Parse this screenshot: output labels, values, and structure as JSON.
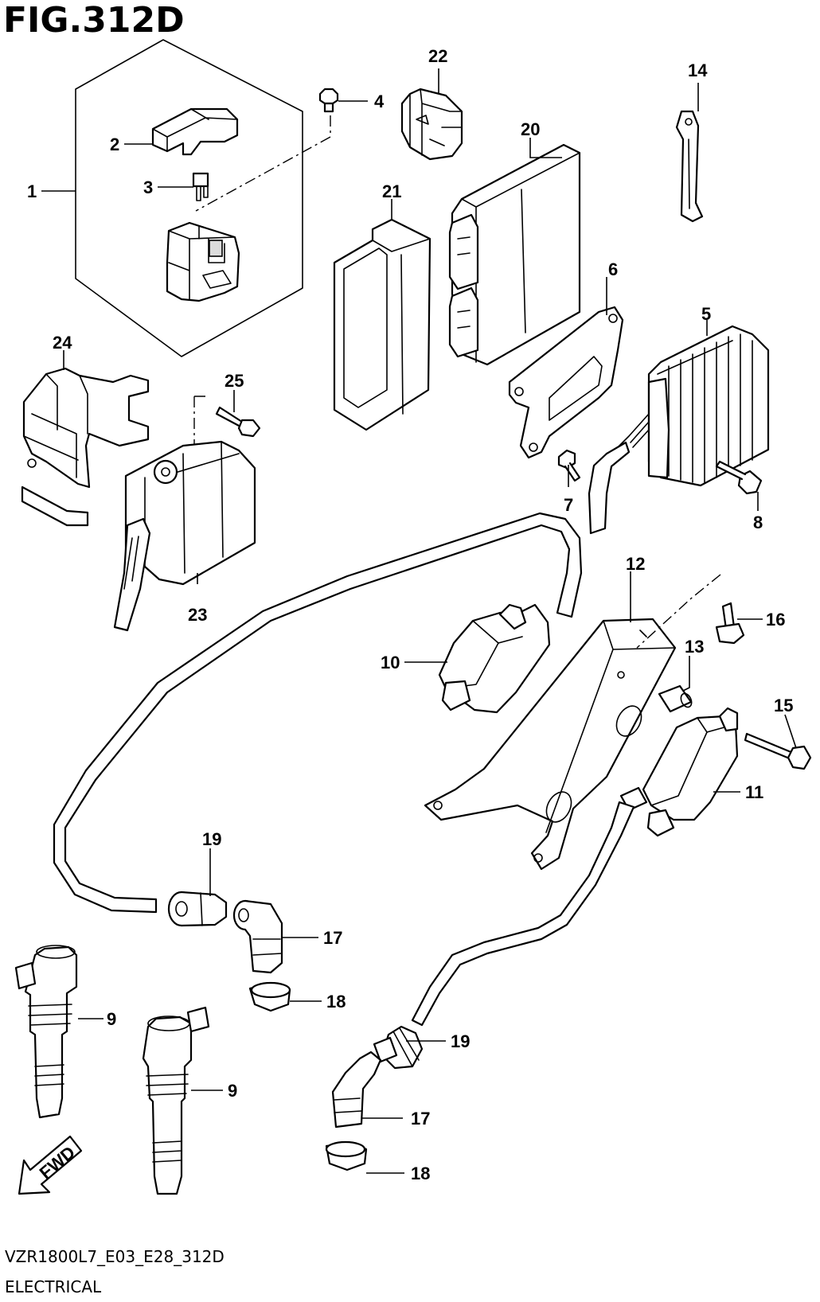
{
  "figure": {
    "title": "FIG.312D",
    "code": "VZR1800L7_E03_E28_312D",
    "section": "ELECTRICAL"
  },
  "direction_marker": {
    "label": "FWD",
    "icon": "forward-arrow-icon"
  },
  "callouts": {
    "c1": "1",
    "c2": "2",
    "c3": "3",
    "c4": "4",
    "c5": "5",
    "c6": "6",
    "c7": "7",
    "c8": "8",
    "c9a": "9",
    "c9b": "9",
    "c10": "10",
    "c11": "11",
    "c12": "12",
    "c13": "13",
    "c14": "14",
    "c15": "15",
    "c16": "16",
    "c17a": "17",
    "c17b": "17",
    "c18a": "18",
    "c18b": "18",
    "c19a": "19",
    "c19b": "19",
    "c20": "20",
    "c21": "21",
    "c22": "22",
    "c23": "23",
    "c24": "24",
    "c25": "25"
  }
}
